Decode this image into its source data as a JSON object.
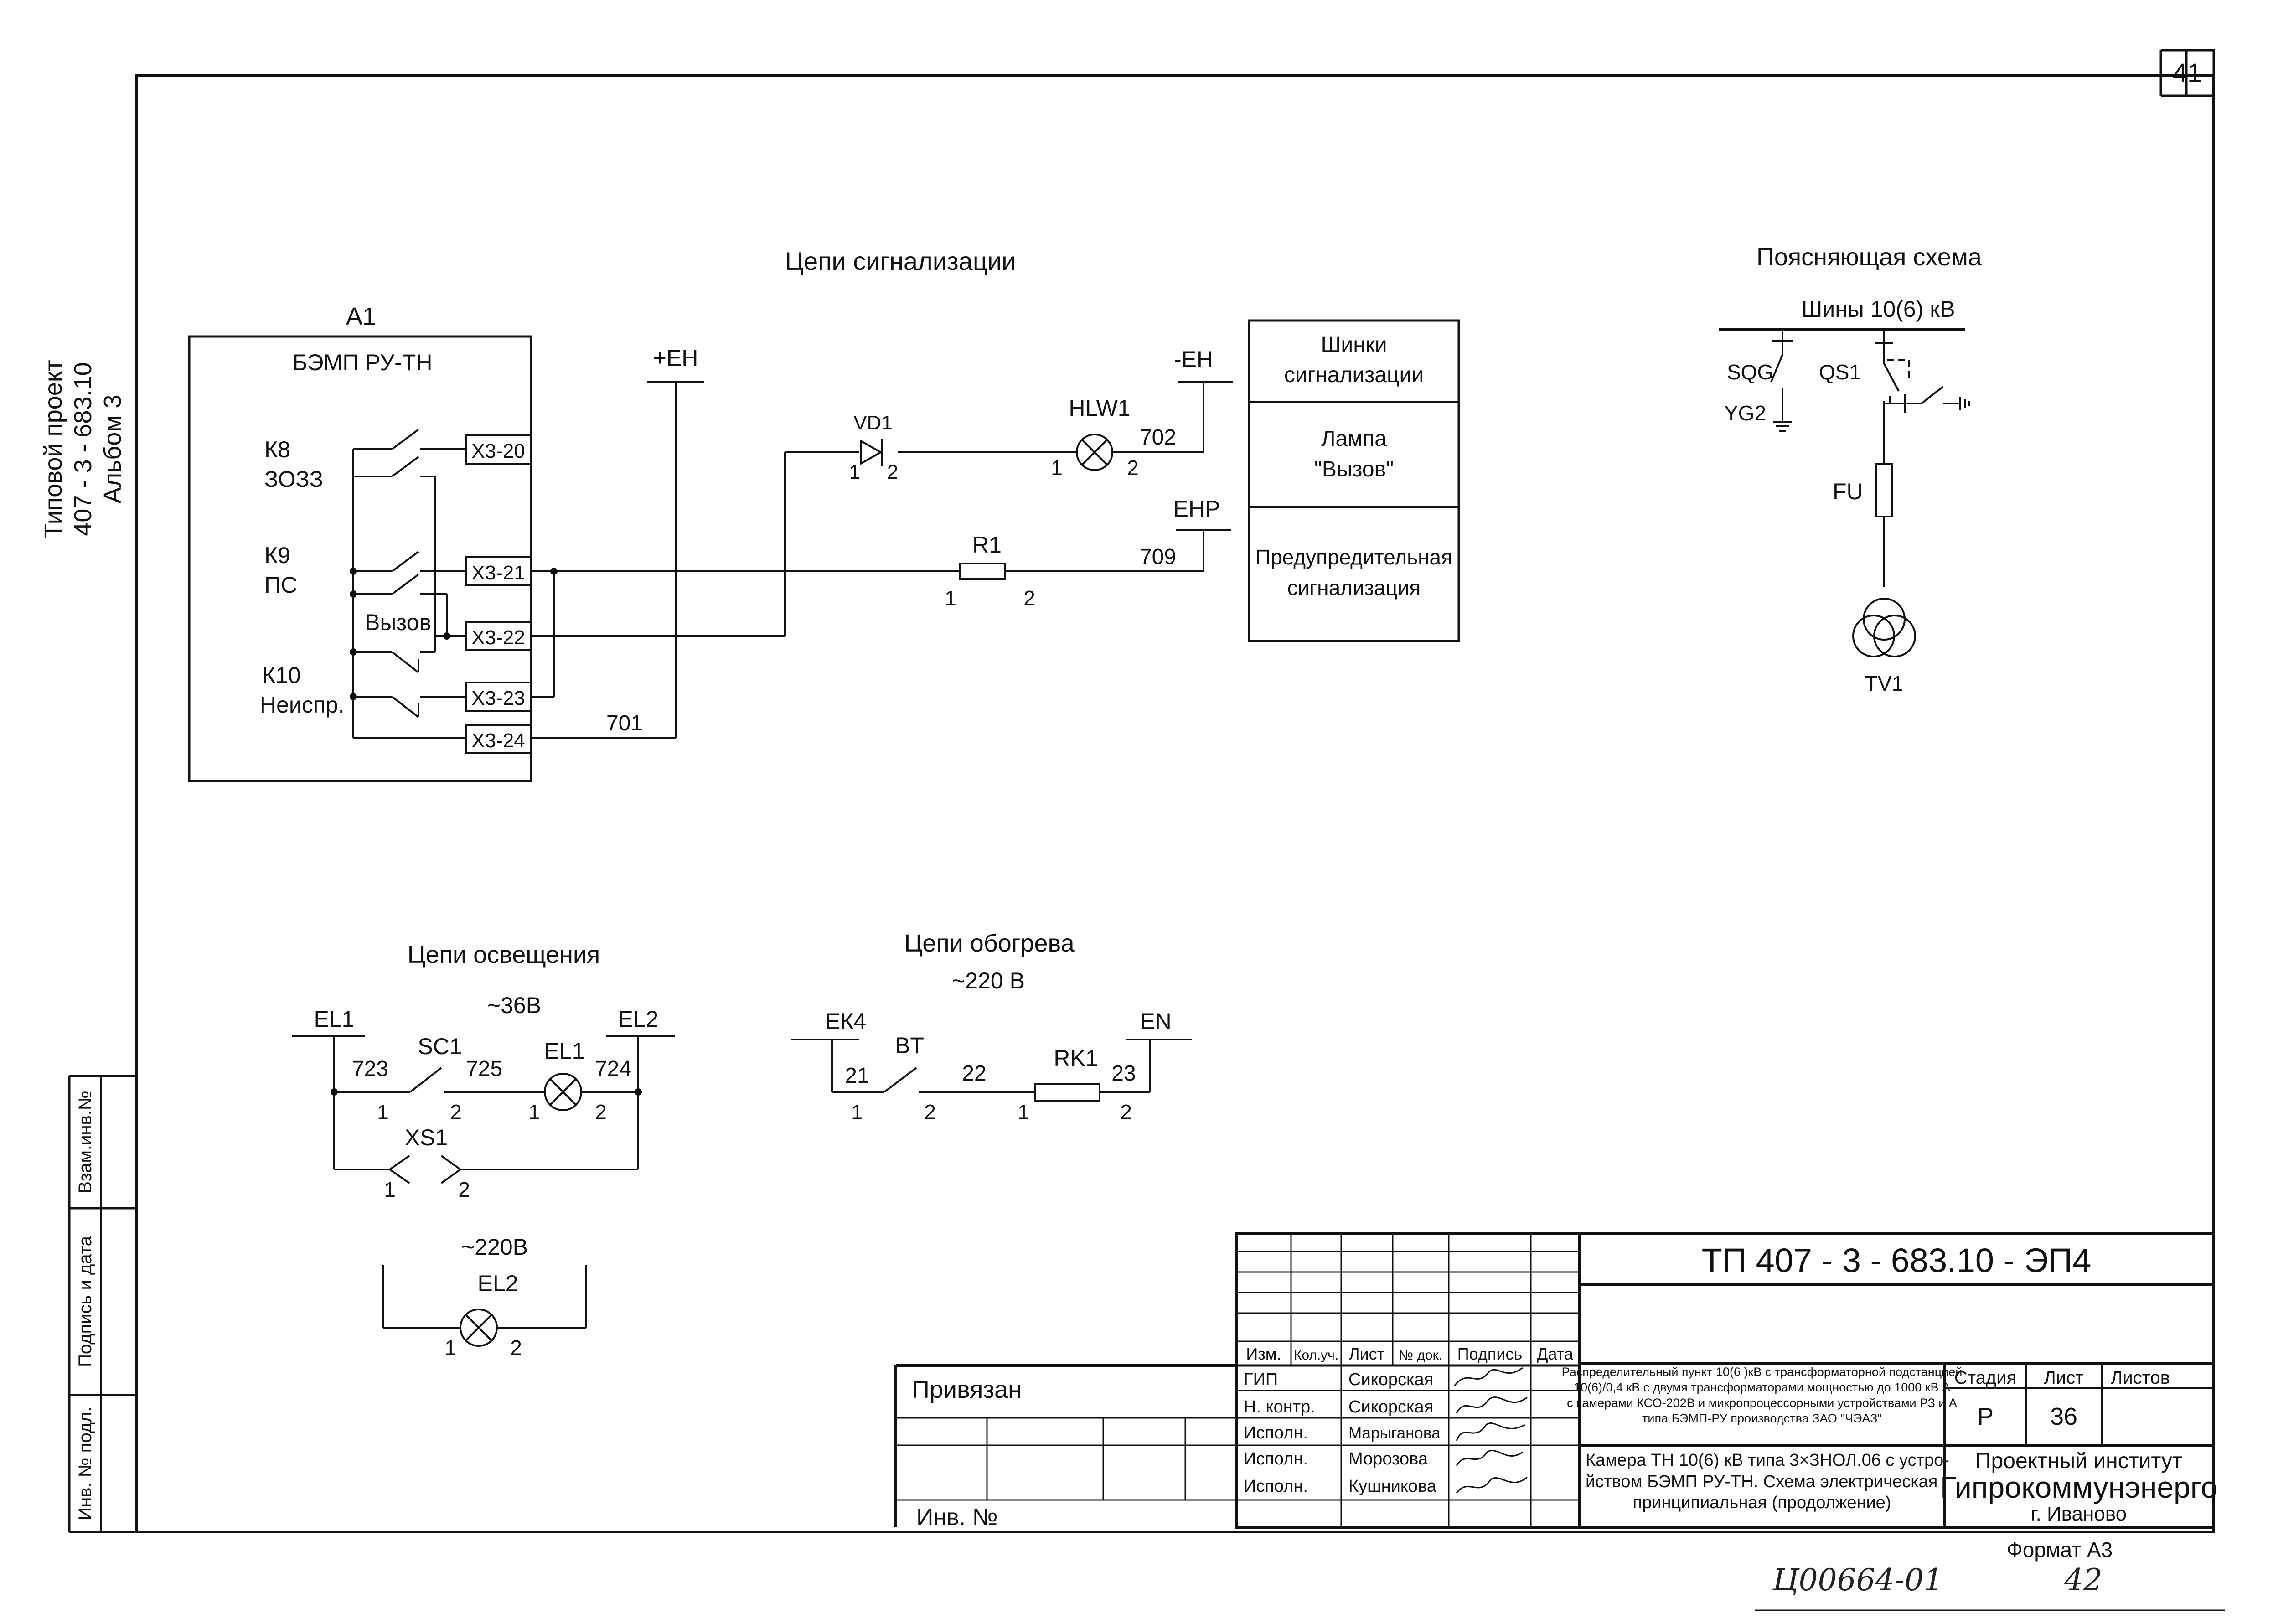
{
  "sheet": {
    "number": "41",
    "format": "Формат А3",
    "archive_number": "Ц00664-01",
    "page_handwritten": "42"
  },
  "side_label": {
    "line1": "Типовой проект",
    "line2": "407 - 3 - 683.10",
    "line3": "Альбом 3"
  },
  "side_stamp": {
    "vzam": "Взам.инв.№",
    "podpis": "Подпись и дата",
    "inv": "Инв. № подл."
  },
  "signal": {
    "title": "Цепи сигнализации",
    "block_designator": "A1",
    "block_name": "БЭМП РУ-ТН",
    "k8": "К8",
    "k8_name": "ЗОЗЗ",
    "k9": "К9",
    "k9_name": "ПС",
    "vyzov": "Вызов",
    "k10": "К10",
    "k10_name": "Неиспр.",
    "terminals": [
      "Х3-20",
      "Х3-21",
      "Х3-22",
      "Х3-23",
      "Х3-24"
    ],
    "plus_eh": "+ЕН",
    "minus_eh": "-ЕН",
    "ehp": "ЕНР",
    "vd1": "VD1",
    "hlw1": "HLW1",
    "r1": "R1",
    "wire_701": "701",
    "wire_702": "702",
    "wire_709": "709",
    "pin1": "1",
    "pin2": "2",
    "bus1_l1": "Шинки",
    "bus1_l2": "сигнализации",
    "bus2_l1": "Лампа",
    "bus2_l2": "\"Вызов\"",
    "bus3_l1": "Предупредительная",
    "bus3_l2": "сигнализация"
  },
  "explain": {
    "title": "Поясняющая схема",
    "bus": "Шины 10(6) кВ",
    "sqg": "SQG",
    "yg2": "YG2",
    "qs1": "QS1",
    "fu": "FU",
    "tv1": "TV1"
  },
  "light": {
    "title": "Цепи освещения",
    "v36": "~36В",
    "v220": "~220В",
    "el1": "EL1",
    "el2": "EL2",
    "sc1": "SC1",
    "xs1": "XS1",
    "w723": "723",
    "w725": "725",
    "w724": "724"
  },
  "heat": {
    "title": "Цепи обогрева",
    "voltage": "~220 В",
    "ek4": "ЕК4",
    "en": "EN",
    "bt": "BT",
    "rk1": "RK1",
    "w21": "21",
    "w22": "22",
    "w23": "23"
  },
  "titleblock": {
    "code": "ТП  407 - 3 - 683.10 - ЭП4",
    "privyazan": "Привязан",
    "inv": "Инв. №",
    "h_izm": "Изм.",
    "h_kol": "Кол.уч.",
    "h_list": "Лист",
    "h_doc": "№ док.",
    "h_podpis": "Подпись",
    "h_data": "Дата",
    "r1_role": "ГИП",
    "r1_name": "Сикорская",
    "r2_role": "Н. контр.",
    "r2_name": "Сикорская",
    "r3_role": "Исполн.",
    "r3_name": "Марыганова",
    "r4_role": "Исполн.",
    "r4_name": "Морозова",
    "r5_role": "Исполн.",
    "r5_name": "Кушникова",
    "desc_l1": "Распределительный пункт 10(6 )кВ с трансформаторной подстанцией",
    "desc_l2": "10(6)/0,4 кВ с двумя трансформаторами мощностью до 1000 кВ А",
    "desc_l3": "с камерами КСО-202В и микропроцессорными устройствами РЗ и А",
    "desc_l4": "типа БЭМП-РУ  производства ЗАО \"ЧЭАЗ\"",
    "sheet_l1": "Камера ТН 10(6) кВ типа 3×ЗНОЛ.06 с устро-",
    "sheet_l2": "йством БЭМП РУ-ТН. Схема электрическая",
    "sheet_l3": "принципиальная (продолжение)",
    "h_stadiya": "Стадия",
    "h_list2": "Лист",
    "h_listov": "Листов",
    "stadiya": "Р",
    "list": "36",
    "listov": "",
    "org_l1": "Проектный институт",
    "org_l2": "Гипрокоммунэнерго",
    "org_l3": "г. Иваново"
  }
}
